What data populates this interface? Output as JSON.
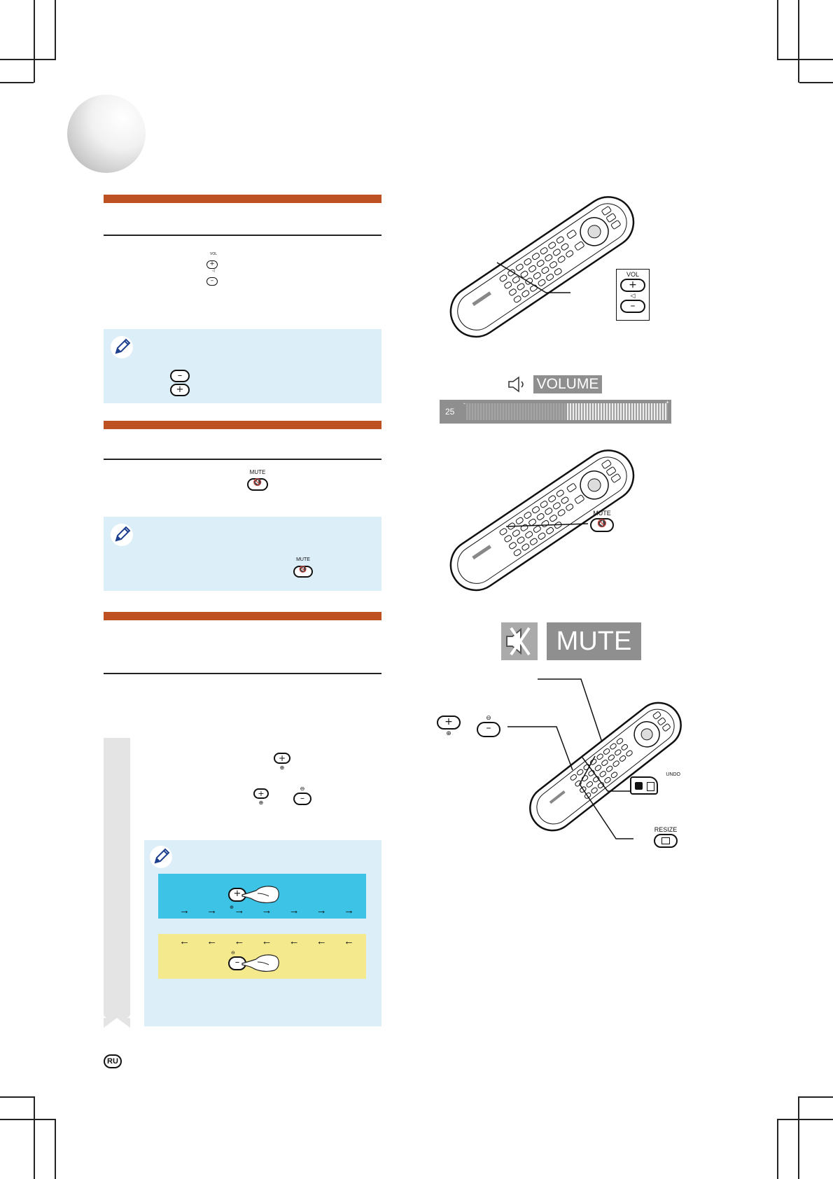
{
  "labels": {
    "vol": "VOL",
    "mute": "MUTE",
    "resize": "RESIZE",
    "undo": "UNDO",
    "region": "RU"
  },
  "osd": {
    "volume_title": "VOLUME",
    "volume_value": "25",
    "volume_minus": "-",
    "volume_plus": "+",
    "mute_title": "MUTE"
  },
  "glyphs": {
    "plus": "+",
    "minus": "–",
    "triangle": "◁",
    "mute": "🔇",
    "arrow_right": "→",
    "arrow_left": "←"
  },
  "volume_level": 0.5,
  "colors": {
    "section_bar": "#bd5122",
    "note_bg": "#dceef8",
    "zoom_in_bg": "#3cc3e6",
    "zoom_out_bg": "#f5e98e"
  }
}
